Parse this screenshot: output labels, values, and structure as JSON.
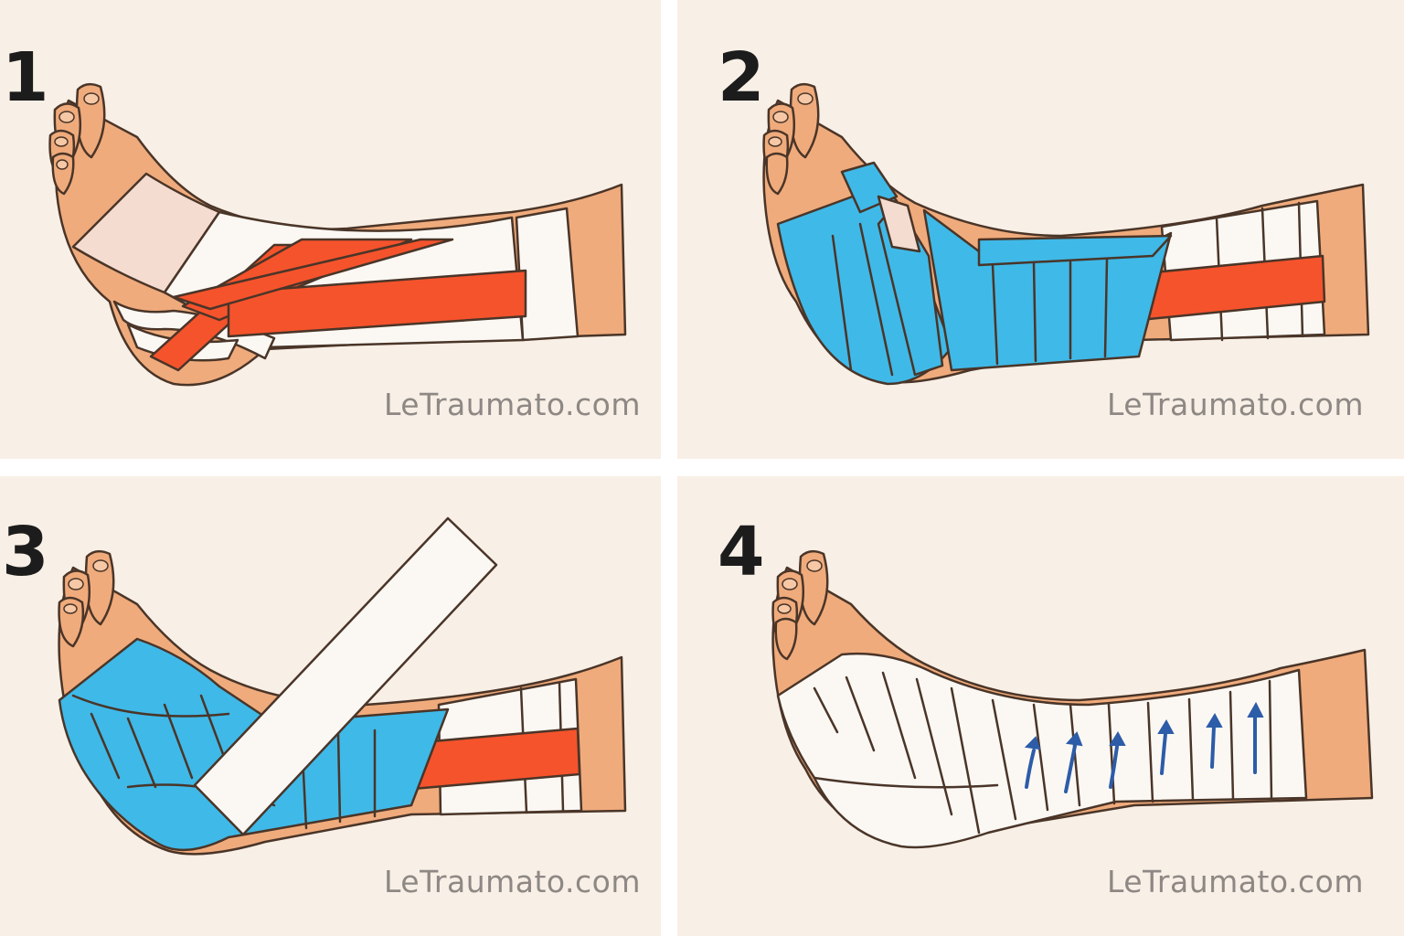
{
  "steps": [
    {
      "number": "1",
      "watermark": "LeTraumato.com"
    },
    {
      "number": "2",
      "watermark": "LeTraumato.com"
    },
    {
      "number": "3",
      "watermark": "LeTraumato.com"
    },
    {
      "number": "4",
      "watermark": "LeTraumato.com"
    }
  ],
  "colors": {
    "background": "#f8efe6",
    "skin": "#f0ab7c",
    "outline": "#4a3528",
    "red_tape": "#f5532c",
    "blue_tape": "#3fb9e8",
    "white_tape": "#fbf8f4",
    "arrow": "#2d5ca8"
  },
  "icons": [
    "foot-icon",
    "arrow-up-icon"
  ]
}
